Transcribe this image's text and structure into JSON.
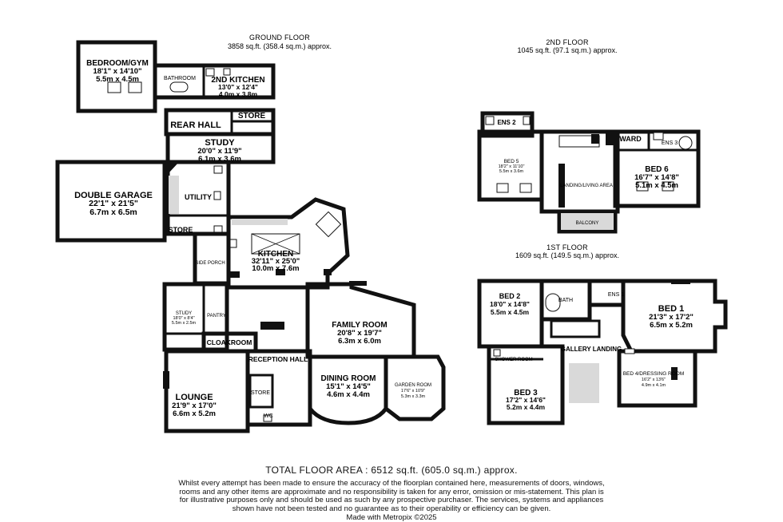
{
  "floors": {
    "ground": {
      "title": "GROUND FLOOR",
      "area": "3858 sq.ft. (358.4 sq.m.) approx."
    },
    "second": {
      "title": "2ND FLOOR",
      "area": "1045 sq.ft. (97.1 sq.m.) approx."
    },
    "first": {
      "title": "1ST FLOOR",
      "area": "1609 sq.ft. (149.5 sq.m.) approx."
    }
  },
  "rooms": {
    "bedroom_gym": {
      "name": "BEDROOM/GYM",
      "imperial": "18'1\" x 14'10\"",
      "metric": "5.5m x 4.5m"
    },
    "bathroom": {
      "name": "BATHROOM"
    },
    "kitchen2": {
      "name": "2ND KITCHEN",
      "imperial": "13'0\" x 12'4\"",
      "metric": "4.0m x 3.8m"
    },
    "rear_hall": {
      "name": "REAR HALL"
    },
    "store_rear": {
      "name": "STORE"
    },
    "study_main": {
      "name": "STUDY",
      "imperial": "20'0\" x 11'9\"",
      "metric": "6.1m x 3.6m"
    },
    "garage": {
      "name": "DOUBLE GARAGE",
      "imperial": "22'1\" x 21'5\"",
      "metric": "6.7m x 6.5m"
    },
    "utility": {
      "name": "UTILITY"
    },
    "store_util": {
      "name": "STORE"
    },
    "kitchen": {
      "name": "KITCHEN",
      "imperial": "32'11\" x 25'0\"",
      "metric": "10.0m x 7.6m"
    },
    "side_porch": {
      "name": "SIDE PORCH"
    },
    "study_small": {
      "name": "STUDY",
      "imperial": "18'0\" x 8'4\"",
      "metric": "5.5m x 2.5m"
    },
    "pantry": {
      "name": "PANTRY"
    },
    "cloakroom": {
      "name": "CLOAKROOM"
    },
    "family_room": {
      "name": "FAMILY ROOM",
      "imperial": "20'8\" x 19'7\"",
      "metric": "6.3m x 6.0m"
    },
    "reception_hall": {
      "name": "RECEPTION HALL"
    },
    "store_hall": {
      "name": "STORE"
    },
    "wc": {
      "name": "WC"
    },
    "lounge": {
      "name": "LOUNGE",
      "imperial": "21'9\" x 17'0\"",
      "metric": "6.6m x 5.2m"
    },
    "dining_room": {
      "name": "DINING ROOM",
      "imperial": "15'1\" x 14'5\"",
      "metric": "4.6m x 4.4m"
    },
    "garden_room": {
      "name": "GARDEN ROOM",
      "imperial": "17'6\" x 10'9\"",
      "metric": "5.3m x 3.3m"
    },
    "ens2": {
      "name": "ENS 2"
    },
    "bed5": {
      "name": "BED 5",
      "imperial": "18'2\" x 11'10\"",
      "metric": "5.5m x 3.6m"
    },
    "landing_living": {
      "name": "LANDING/LIVING AREA"
    },
    "ward": {
      "name": "WARD"
    },
    "ens3": {
      "name": "ENS 3"
    },
    "bed6": {
      "name": "BED 6",
      "imperial": "16'7\" x 14'8\"",
      "metric": "5.1m x 4.5m"
    },
    "balcony": {
      "name": "BALCONY"
    },
    "bed2": {
      "name": "BED 2",
      "imperial": "18'0\" x 14'8\"",
      "metric": "5.5m x 4.5m"
    },
    "bath": {
      "name": "BATH"
    },
    "ens1": {
      "name": "ENS 1"
    },
    "bed1": {
      "name": "BED 1",
      "imperial": "21'3\" x 17'2\"",
      "metric": "6.5m x 5.2m"
    },
    "gallery_landing": {
      "name": "GALLERY LANDING"
    },
    "shower_room": {
      "name": "SHOWER ROOM"
    },
    "bed3": {
      "name": "BED 3",
      "imperial": "17'2\" x 14'6\"",
      "metric": "5.2m x 4.4m"
    },
    "bed4": {
      "name": "BED 4/DRESSING ROOM",
      "imperial": "16'2\" x 13'6\"",
      "metric": "4.9m x 4.1m"
    }
  },
  "footer": {
    "total_area": "TOTAL FLOOR AREA : 6512 sq.ft. (605.0 sq.m.) approx.",
    "disclaimer": "Whilst every attempt has been made to ensure the accuracy of the floorplan contained here, measurements of doors, windows, rooms and any other items are approximate and no responsibility is taken for any error, omission or mis-statement. This plan is for illustrative purposes only and should be used as such by any prospective purchaser. The services, systems and appliances shown have not been tested and no guarantee as to their operability or efficiency can be given.",
    "credit": "Made with Metropix ©2025"
  }
}
